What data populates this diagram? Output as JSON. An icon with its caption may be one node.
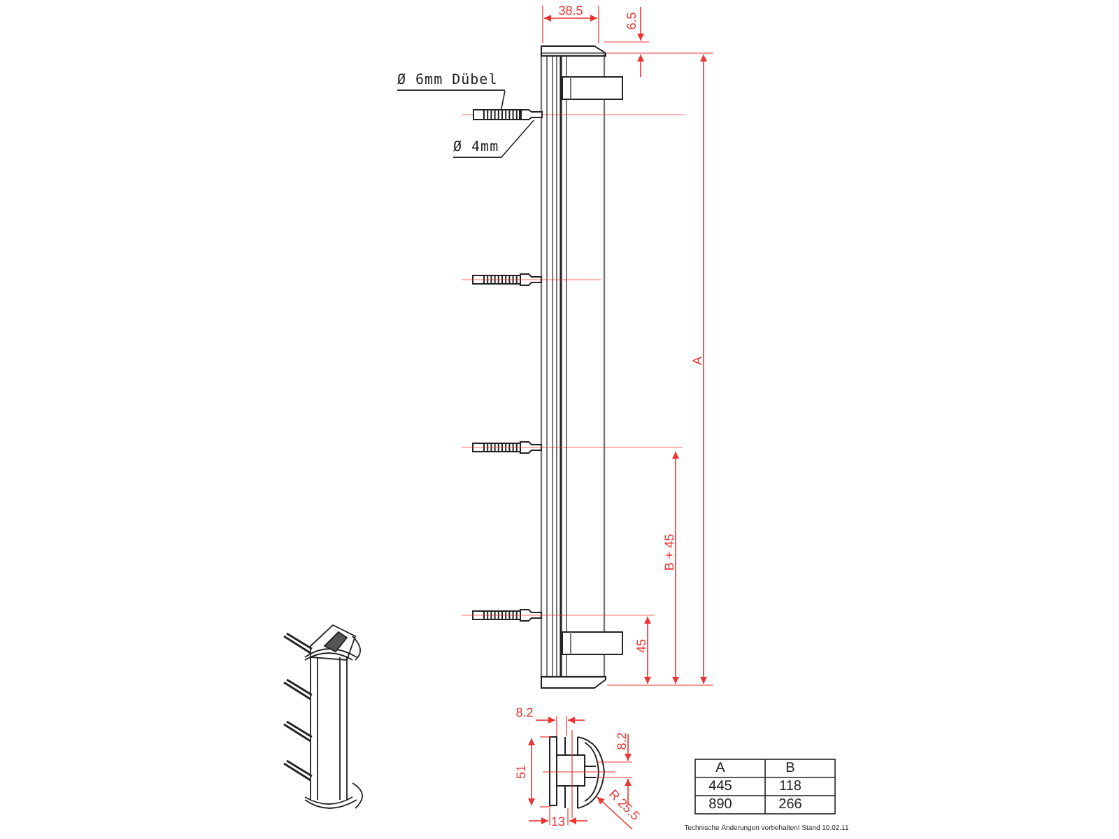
{
  "diagram": {
    "nodes": [
      {
        "text": [
          "Ø 6mm Dübel"
        ]
      },
      {
        "text": [
          "Ø 4mm"
        ]
      },
      {
        "text": [],
        "shape": "box"
      },
      {
        "text": [],
        "shape": "box"
      }
    ],
    "edges": [
      {
        "from": 0,
        "to": 2,
        "arrow": "none"
      },
      {
        "from": 1,
        "to": 3,
        "arrow": "none"
      }
    ],
    "labels": [
      "38.5",
      "6.5",
      "A",
      "B + 45",
      "45",
      "8.2",
      "8.2",
      "51",
      "13",
      "R 25.5",
      "A",
      "B",
      "445",
      "118",
      "890",
      "266",
      "Technische Änderungen vorbehalten! Stand 10.02.11"
    ]
  }
}
